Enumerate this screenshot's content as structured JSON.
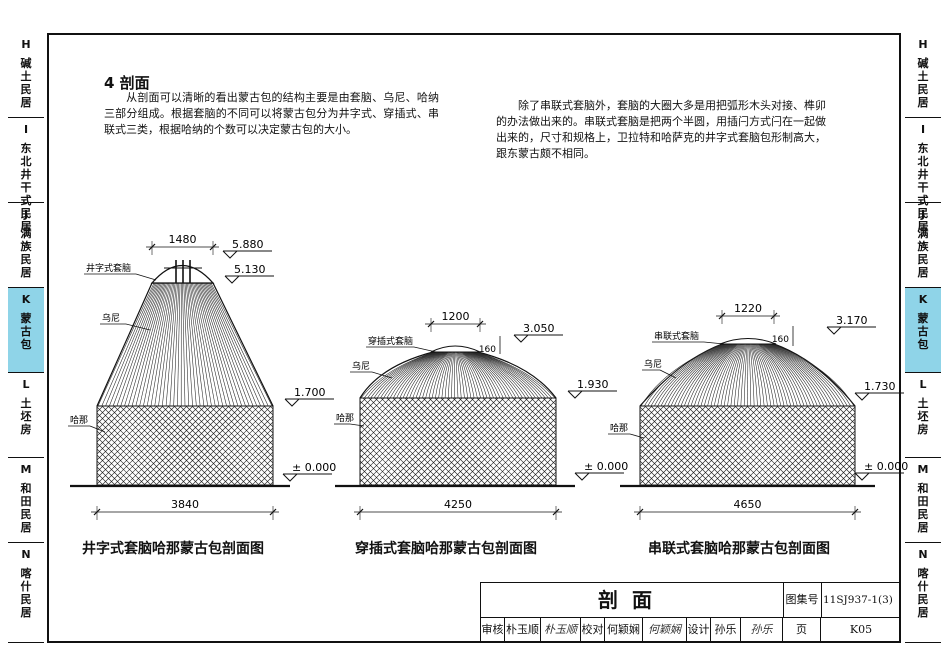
{
  "side_tabs": [
    {
      "code": "H",
      "name": "碱土民居"
    },
    {
      "code": "I",
      "name": "东北井干式民居"
    },
    {
      "code": "J",
      "name": "满族民居"
    },
    {
      "code": "K",
      "name": "蒙古包",
      "active": true
    },
    {
      "code": "L",
      "name": "土坯房"
    },
    {
      "code": "M",
      "name": "和田民居"
    },
    {
      "code": "N",
      "name": "喀什民居"
    }
  ],
  "section": {
    "title": "4  剖面",
    "para1": "从剖面可以清晰的看出蒙古包的结构主要是由套脑、乌尼、哈纳三部分组成。根据套脑的不同可以将蒙古包分为井字式、穿插式、串联式三类，根据哈纳的个数可以决定蒙古包的大小。",
    "para2": "除了串联式套脑外，套脑的大圈大多是用把弧形木头对接、榫卯的办法做出来的。串联式套脑是把两个半圆，用插闩方式闩在一起做出来的，尺寸和规格上，卫拉特和哈萨克的井字式套脑包形制高大，跟东蒙古颇不相同。"
  },
  "drawings": [
    {
      "caption": "井字式套脑哈那蒙古包剖面图",
      "top_width": "1480",
      "top_elev": "5.880",
      "mid_elev": "5.130",
      "wall_elev": "1.700",
      "base_elev": "± 0.000",
      "base_width": "3840",
      "lbl_top": "井字式套脑",
      "lbl_roof": "乌尼",
      "lbl_wall": "哈那"
    },
    {
      "caption": "穿插式套脑哈那蒙古包剖面图",
      "top_width": "1200",
      "top_elev": "3.050",
      "dim_h": "160",
      "wall_elev": "1.930",
      "base_elev": "± 0.000",
      "base_width": "4250",
      "lbl_top": "穿插式套脑",
      "lbl_roof": "乌尼",
      "lbl_wall": "哈那"
    },
    {
      "caption": "串联式套脑哈那蒙古包剖面图",
      "top_width": "1220",
      "top_elev": "3.170",
      "dim_h": "160",
      "wall_elev": "1.730",
      "base_elev": "± 0.000",
      "base_width": "4650",
      "lbl_top": "串联式套脑",
      "lbl_roof": "乌尼",
      "lbl_wall": "哈那"
    }
  ],
  "title_block": {
    "name": "剖面",
    "atlas_label": "图集号",
    "atlas_no": "11SJ937-1(3)",
    "review_label": "审核",
    "review_name": "朴玉顺",
    "review_sig": "朴玉顺",
    "check_label": "校对",
    "check_name": "何颖娴",
    "check_sig": "何颖娴",
    "design_label": "设计",
    "design_name": "孙乐",
    "design_sig": "孙乐",
    "page_label": "页",
    "page_no": "K05"
  }
}
